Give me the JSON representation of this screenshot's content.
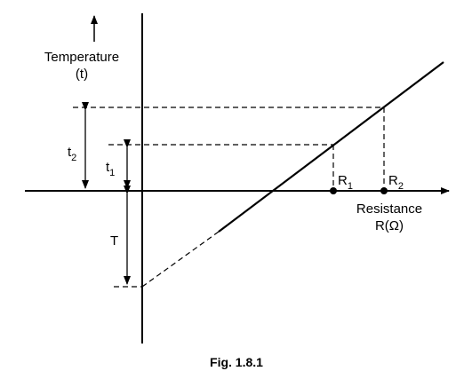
{
  "axes": {
    "y_label_line1": "Temperature",
    "y_label_line2": "(t)",
    "x_label_line1": "Resistance",
    "x_label_line2": "R(Ω)"
  },
  "dimensions": {
    "t2": {
      "base": "t",
      "sub": "2"
    },
    "t1": {
      "base": "t",
      "sub": "1"
    },
    "T": "T"
  },
  "points": {
    "R1": {
      "base": "R",
      "sub": "1"
    },
    "R2": {
      "base": "R",
      "sub": "2"
    }
  },
  "caption": "Fig. 1.8.1"
}
